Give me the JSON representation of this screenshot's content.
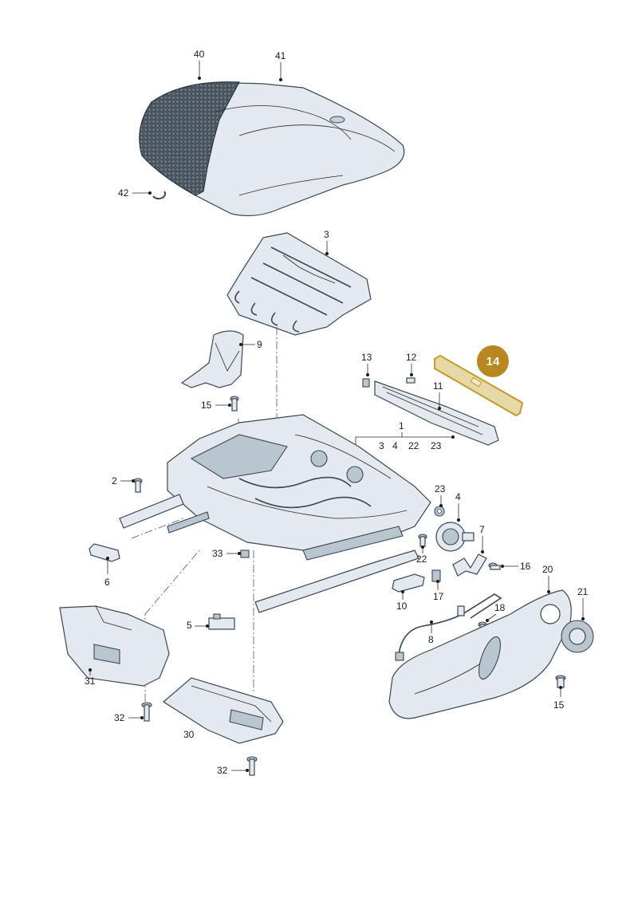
{
  "callouts": {
    "c40": "40",
    "c41": "41",
    "c42": "42",
    "c3": "3",
    "c9": "9",
    "c15a": "15",
    "c13": "13",
    "c12": "12",
    "c11": "11",
    "c1": "1",
    "c1sub_3": "3",
    "c1sub_4": "4",
    "c1sub_22": "22",
    "c1sub_23": "23",
    "c2": "2",
    "c6": "6",
    "c33": "33",
    "c23": "23",
    "c4": "4",
    "c22": "22",
    "c7": "7",
    "c16": "16",
    "c20": "20",
    "c21": "21",
    "c10": "10",
    "c17": "17",
    "c18": "18",
    "c8": "8",
    "c5": "5",
    "c31": "31",
    "c32a": "32",
    "c30": "30",
    "c32b": "32",
    "c15b": "15"
  },
  "highlight": {
    "label": "14",
    "badge_color": "#b8871f",
    "part_fill": "#e6d9a6",
    "part_stroke": "#c49a2b"
  }
}
